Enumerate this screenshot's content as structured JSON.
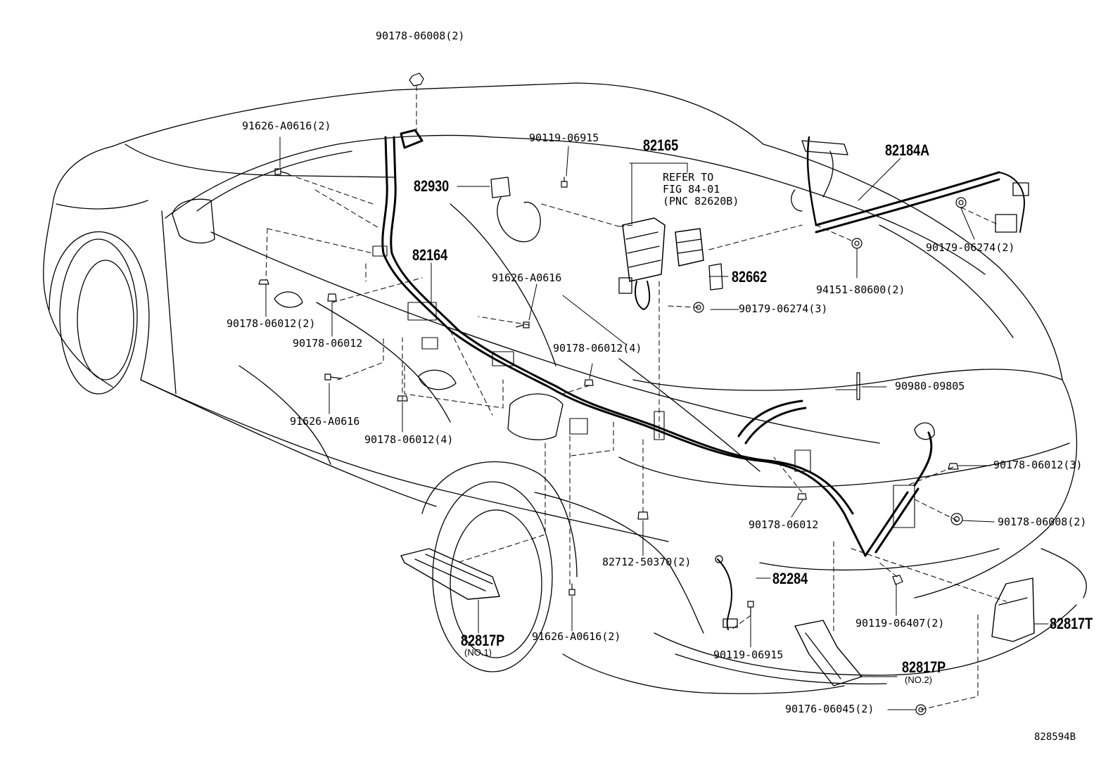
{
  "illustration_id": "828594B",
  "refer_note": [
    "REFER TO",
    "FIG 84-01",
    "(PNC 82620B)"
  ],
  "labels": {
    "p90178_06008_2_top": "90178-06008(2)",
    "p91626_A0616_2_top": "91626-A0616(2)",
    "p90119_06915_top": "90119-06915",
    "p82165": "82165",
    "p82184A": "82184A",
    "p82930": "82930",
    "p82164": "82164",
    "p91626_A0616_mid": "91626-A0616",
    "p90178_06012_2": "90178-06012(2)",
    "p90178_06012_left": "90178-06012",
    "p82662": "82662",
    "p90179_06274_3": "90179-06274(3)",
    "p94151_80600_2": "94151-80600(2)",
    "p90179_06274_2": "90179-06274(2)",
    "p90178_06012_4_mid": "90178-06012(4)",
    "p90980_09805": "90980-09805",
    "p91626_A0616_left": "91626-A0616",
    "p90178_06012_4_low": "90178-06012(4)",
    "p90178_06012_3": "90178-06012(3)",
    "p90178_06012_right": "90178-06012",
    "p90178_06008_2_right": "90178-06008(2)",
    "p82712_50370_2": "82712-50370(2)",
    "p82284": "82284",
    "p90119_06407_2": "90119-06407(2)",
    "p82817T": "82817T",
    "p82817P_1": "82817P",
    "p82817P_1_sub": "(NO.1)",
    "p91626_A0616_2_low": "91626-A0616(2)",
    "p90119_06915_low": "90119-06915",
    "p82817P_2": "82817P",
    "p82817P_2_sub": "(NO.2)",
    "p90176_06045_2": "90176-06045(2)"
  }
}
